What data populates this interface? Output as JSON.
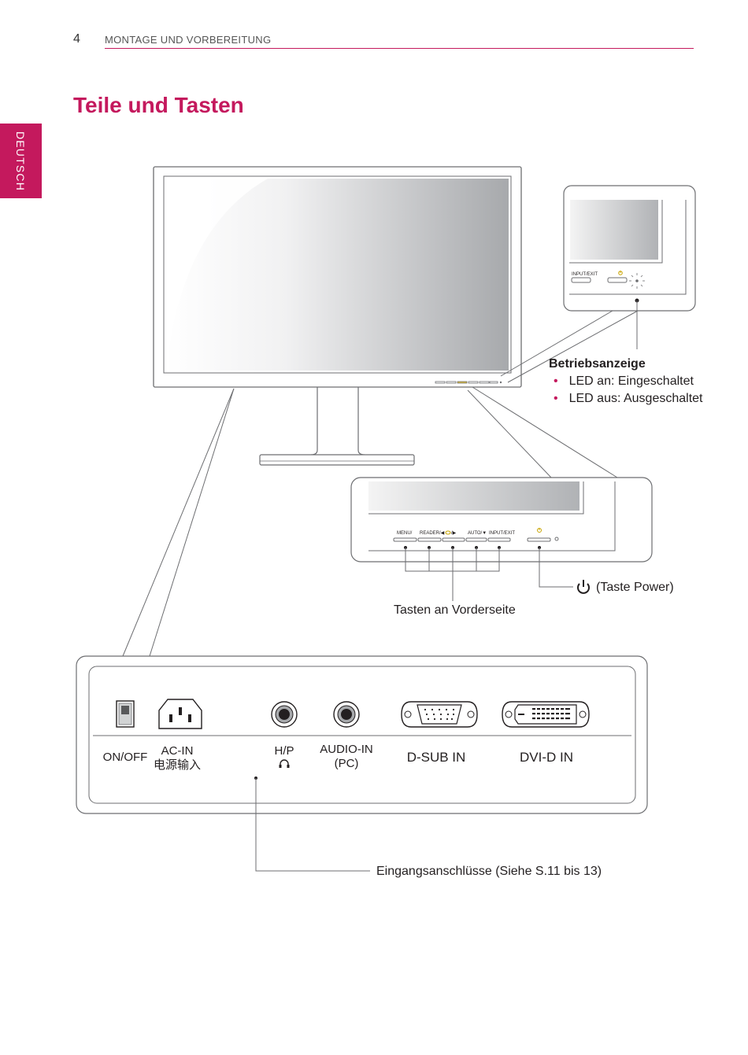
{
  "header": {
    "page_number": "4",
    "section_title": "MONTAGE UND VORBEREITUNG"
  },
  "side_tab": {
    "label": "DEUTSCH"
  },
  "page_title": "Teile und Tasten",
  "power_indicator": {
    "heading": "Betriebsanzeige",
    "items": [
      "LED an: Eingeschaltet",
      "LED aus: Ausgeschaltet"
    ]
  },
  "front_panel": {
    "buttons": [
      "MENU/",
      "READER/◀",
      "/▶",
      "AUTO/▼",
      "INPUT/EXIT"
    ],
    "buttons_label": "Tasten an Vorderseite",
    "power_label": "(Taste Power)"
  },
  "rear_panel": {
    "ports": [
      {
        "line1": "ON/OFF",
        "line2": ""
      },
      {
        "line1": "AC-IN",
        "line2": "电源输入"
      },
      {
        "line1": "H/P",
        "line2": ""
      },
      {
        "line1": "AUDIO-IN",
        "line2": "(PC)"
      },
      {
        "line1": "D-SUB IN",
        "line2": ""
      },
      {
        "line1": "DVI-D IN",
        "line2": ""
      }
    ],
    "inputs_label": "Eingangsanschlüsse (Siehe S.11 bis 13)"
  },
  "zoom_inset": {
    "button_label": "INPUT/EXIT"
  },
  "icons": [
    "power-icon",
    "headphone-icon"
  ],
  "colors": {
    "accent": "#c4195d",
    "line": "#6d6e71"
  }
}
